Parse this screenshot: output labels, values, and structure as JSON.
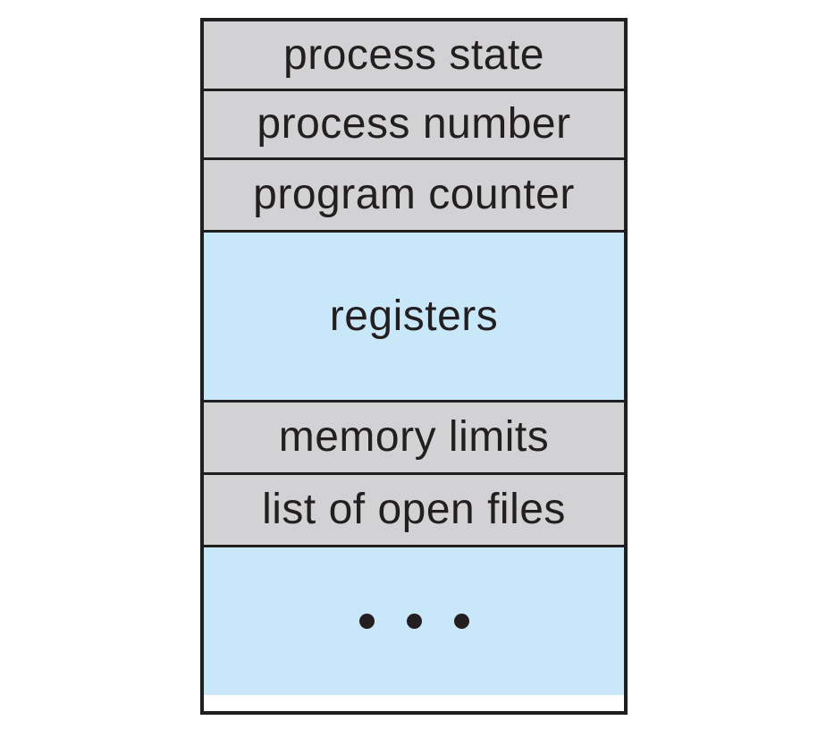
{
  "diagram": {
    "name": "process-control-block",
    "colors": {
      "background": "#ffffff",
      "row_gray": "#d2d2d4",
      "row_blue": "#c8e7f8",
      "border": "#1f1f1f",
      "text": "#231f20",
      "dot": "#231f20"
    },
    "rows": [
      {
        "id": "process-state",
        "label": "process state",
        "variant": "gray",
        "height": 75
      },
      {
        "id": "process-number",
        "label": "process number",
        "variant": "gray",
        "height": 77
      },
      {
        "id": "program-counter",
        "label": "program counter",
        "variant": "gray",
        "height": 81
      },
      {
        "id": "registers",
        "label": "registers",
        "variant": "blue",
        "height": 190
      },
      {
        "id": "memory-limits",
        "label": "memory limits",
        "variant": "gray",
        "height": 81
      },
      {
        "id": "list-of-open-files",
        "label": "list of open files",
        "variant": "gray",
        "height": 81
      },
      {
        "id": "ellipsis",
        "label": "• • •",
        "variant": "blue",
        "height": 168,
        "dots": 3
      }
    ]
  }
}
